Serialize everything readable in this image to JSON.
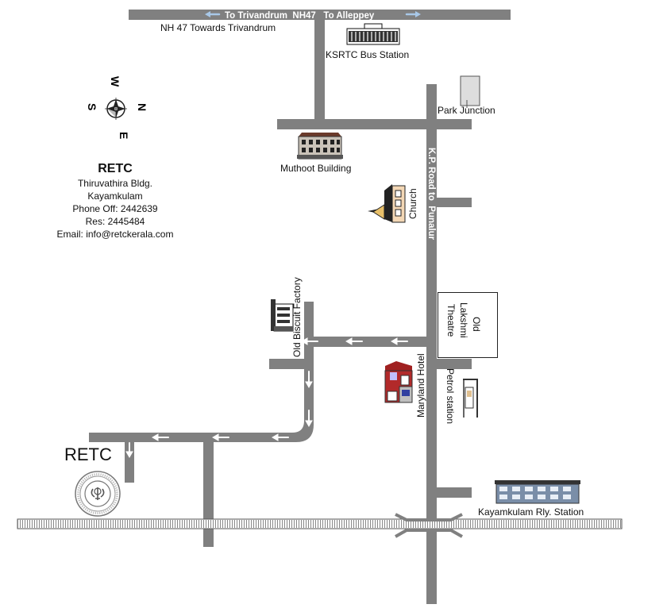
{
  "roads": {
    "nh47_center": "To Trivandrum  NH47   To Alleppey",
    "nh47_towards": "NH 47 Towards Trivandrum",
    "kp_road": "K.P. Road to  Punalur"
  },
  "landmarks": {
    "ksrtc": "KSRTC Bus Station",
    "park_junction": "Park Junction",
    "muthoot": "Muthoot Building",
    "church": "Church",
    "old_biscuit": "Old Biscuit Factory",
    "theatre_line1": "Old",
    "theatre_line2": "Lakshmi",
    "theatre_line3": "Theatre",
    "maryland": "Maryland Hotel",
    "petrol": "Petrol station",
    "railway": "Kayamkulam Rly. Station",
    "destination": "RETC"
  },
  "compass": {
    "top": "W",
    "bottom": "E",
    "left": "S",
    "right": "N"
  },
  "info": {
    "name": "RETC",
    "line1": "Thiruvathira Bldg.",
    "line2": "Kayamkulam",
    "line3": "Phone Off: 2442639",
    "line4": "Res: 2445484",
    "line5": "Email: info@retckerala.com"
  },
  "colors": {
    "road": "#808080",
    "arrow": "#ffffff",
    "arrow_accent": "#a8c8e8"
  },
  "icons": [
    "building-icon",
    "church-icon",
    "hotel-icon",
    "petrol-pump-icon",
    "train-icon",
    "compass-icon",
    "logo-seal-icon"
  ]
}
